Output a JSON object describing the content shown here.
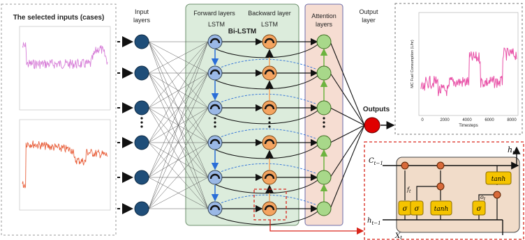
{
  "left_panel": {
    "title": "The selected inputs (cases)",
    "top_plot_color": "#d77fd8",
    "bottom_plot_color": "#e8603c"
  },
  "labels": {
    "input_layers": "Input layers",
    "forward_layers": "Forward layers",
    "lstm_forward": "LSTM",
    "backward_layer": "Backward layer",
    "lstm_backward": "LSTM",
    "bilstm": "Bi-LSTM",
    "attention_layers": "Attention layers",
    "output_layer": "Output layer",
    "outputs": "Outputs"
  },
  "output_plot": {
    "ylabel": "MC Fuel Consumption (L/hr)",
    "xlabel": "Timesteps",
    "xticks": [
      "0",
      "2000",
      "4000",
      "6000",
      "8000"
    ],
    "line_color": "#e84fa6"
  },
  "lstm_cell": {
    "c_prev": "C",
    "c_prev_sub": "t−1",
    "h_prev": "h",
    "h_prev_sub": "t−1",
    "x": "X",
    "x_sub": "t",
    "h_out": "h",
    "h_out_sub": "t",
    "f_gate": "f",
    "f_sub": "t",
    "o_gate": "o",
    "o_sub": "t",
    "sigma1": "σ",
    "sigma2": "σ",
    "tanh_gate": "tanh",
    "sigma3": "σ",
    "tanh_out": "tanh"
  },
  "colors": {
    "forward_panel": "#dcecdc",
    "attention_panel": "#f6ddd2",
    "input_node": "#1f4e79",
    "forward_node": "#9ab8e6",
    "backward_node": "#f4a460",
    "attention_node": "#a8d88a",
    "output_node": "#e00000",
    "cell_bg": "#f1dcc9",
    "gate_yellow": "#f5c400",
    "red_dash": "#d9261c",
    "blue_arrow": "#2a6ed8",
    "green_arrow": "#6db33f"
  }
}
